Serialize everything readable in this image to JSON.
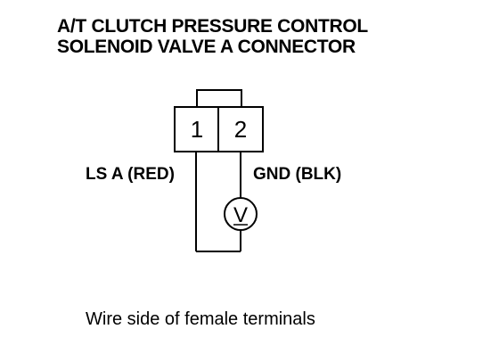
{
  "title": {
    "line1": "A/T CLUTCH PRESSURE CONTROL",
    "line2": "SOLENOID VALVE A CONNECTOR"
  },
  "connector": {
    "pins": [
      {
        "number": "1",
        "wire": "LS A (RED)"
      },
      {
        "number": "2",
        "wire": "GND (BLK)"
      }
    ]
  },
  "meter": {
    "symbol": "V",
    "icon": "voltmeter-icon"
  },
  "caption": "Wire side of female terminals"
}
